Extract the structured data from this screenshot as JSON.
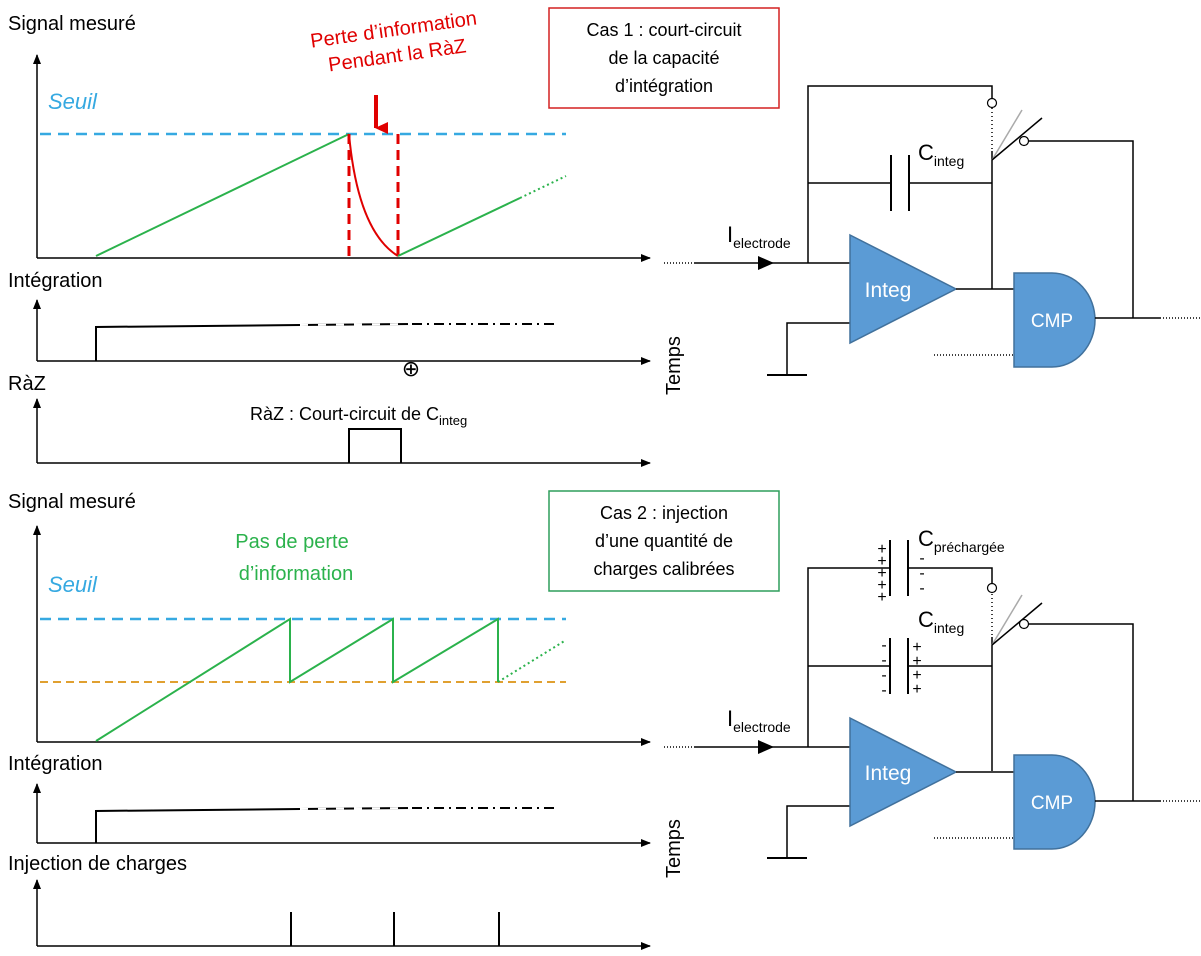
{
  "colors": {
    "green": "#2bb24c",
    "blue": "#36a9e1",
    "red": "#e00000",
    "orange": "#e0a030",
    "amp": "#5b9bd5",
    "black": "#000000",
    "white": "#ffffff",
    "grey": "#aaaaaa"
  },
  "case1": {
    "signal_label": "Signal mesuré",
    "threshold_label": "Seuil",
    "loss_note_line1": "Perte d’information",
    "loss_note_line2": "Pendant la RàZ",
    "integration_label": "Intégration",
    "reset_label": "RàZ",
    "reset_pulse_note": "RàZ : Court-circuit de C",
    "reset_pulse_note_sub": "integ",
    "time_label": "Temps",
    "box_line1": "Cas 1 : court-circuit",
    "box_line2": "de la capacité",
    "box_line3": "d’intégration",
    "cap_label": "C",
    "cap_label_sub": "integ",
    "input_label": "I",
    "input_label_sub": "electrode",
    "integrator_label": "Integ",
    "comparator_label": "CMP"
  },
  "case2": {
    "signal_label": "Signal mesuré",
    "threshold_label": "Seuil",
    "no_loss_note_line1": "Pas de perte",
    "no_loss_note_line2": "d’information",
    "integration_label": "Intégration",
    "injection_label": "Injection de charges",
    "time_label": "Temps",
    "box_line1": "Cas 2 : injection",
    "box_line2": "d’une quantité de",
    "box_line3": "charges calibrées",
    "precharged_cap_label": "C",
    "precharged_cap_label_sub": "préchargée",
    "cap_label": "C",
    "cap_label_sub": "integ",
    "input_label": "I",
    "input_label_sub": "electrode",
    "integrator_label": "Integ",
    "comparator_label": "CMP",
    "plus": "+",
    "minus": "-"
  },
  "crosshair_symbol": "⊕"
}
